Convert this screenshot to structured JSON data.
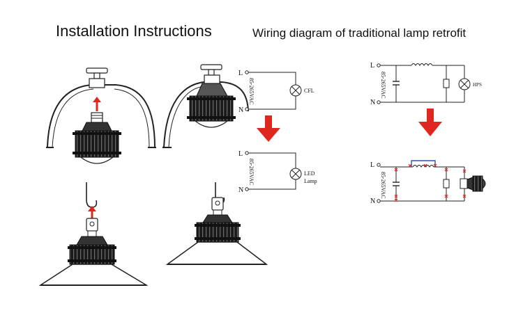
{
  "titles": {
    "installation": "Installation Instructions",
    "wiring": "Wiring diagram of traditional lamp retrofit"
  },
  "circuits": {
    "cfl": {
      "L": "L",
      "N": "N",
      "voltage": "85-265VAC",
      "lamp": "CFL"
    },
    "led": {
      "L": "L",
      "N": "N",
      "voltage": "85-265VAC",
      "lamp_line1": "LED",
      "lamp_line2": "Lamp"
    },
    "hps": {
      "L": "L",
      "N": "N",
      "voltage": "85-265VAC",
      "lamp": "HPS"
    },
    "retrofit": {
      "L": "L",
      "N": "N",
      "voltage": "85-265VAC"
    }
  },
  "colors": {
    "arrow": "#e0271f",
    "line": "#222222",
    "bypass_wire": "#2a4fb8",
    "cut_mark": "#e0271f",
    "heatsink": "#1a1a1a"
  }
}
